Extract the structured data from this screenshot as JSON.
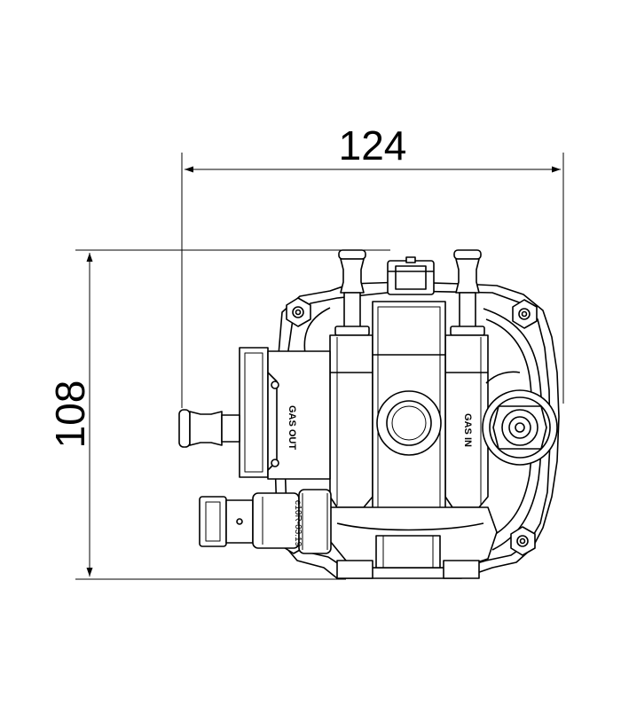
{
  "drawing": {
    "dimensions": {
      "width_value": "124",
      "height_value": "108"
    },
    "labels": {
      "gas_out": "GAS OUT",
      "gas_in": "GAS IN",
      "approval_mark": "e10R-03.19"
    },
    "colors": {
      "line": "#000000",
      "background": "#ffffff"
    }
  }
}
